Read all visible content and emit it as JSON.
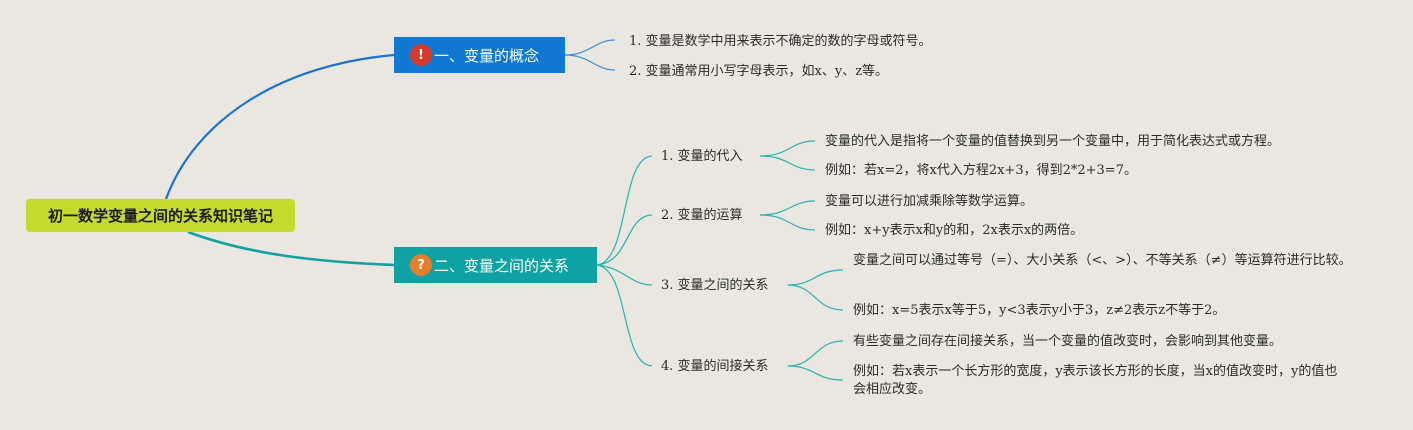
{
  "root": {
    "label": "初一数学变量之间的关系知识笔记"
  },
  "colors": {
    "background": "#e9e7df",
    "root": "#c6d92e",
    "branch1": "#0e78d2",
    "branch2": "#0fa2a2",
    "badge1": "#d63a2a",
    "badge2": "#e57e2a"
  },
  "branch1": {
    "badge": "!",
    "badge_icon": "exclamation-icon",
    "label": "一、变量的概念",
    "items": [
      "1. 变量是数学中用来表示不确定的数的字母或符号。",
      "2. 变量通常用小写字母表示，如x、y、z等。"
    ]
  },
  "branch2": {
    "badge": "?",
    "badge_icon": "question-icon",
    "label": "二、变量之间的关系",
    "topics": [
      {
        "label": "1. 变量的代入",
        "details": [
          "变量的代入是指将一个变量的值替换到另一个变量中，用于简化表达式或方程。",
          "例如：若x=2，将x代入方程2x+3，得到2*2+3=7。"
        ]
      },
      {
        "label": "2. 变量的运算",
        "details": [
          "变量可以进行加减乘除等数学运算。",
          "例如：x+y表示x和y的和，2x表示x的两倍。"
        ]
      },
      {
        "label": "3. 变量之间的关系",
        "details": [
          "变量之间可以通过等号（=）、大小关系（<、>）、不等关系（≠）等运算符进行比较。",
          "例如：x=5表示x等于5，y<3表示y小于3，z≠2表示z不等于2。"
        ]
      },
      {
        "label": "4. 变量的间接关系",
        "details": [
          "有些变量之间存在间接关系，当一个变量的值改变时，会影响到其他变量。",
          "例如：若x表示一个长方形的宽度，y表示该长方形的长度，当x的值改变时，y的值也会相应改变。"
        ]
      }
    ]
  }
}
